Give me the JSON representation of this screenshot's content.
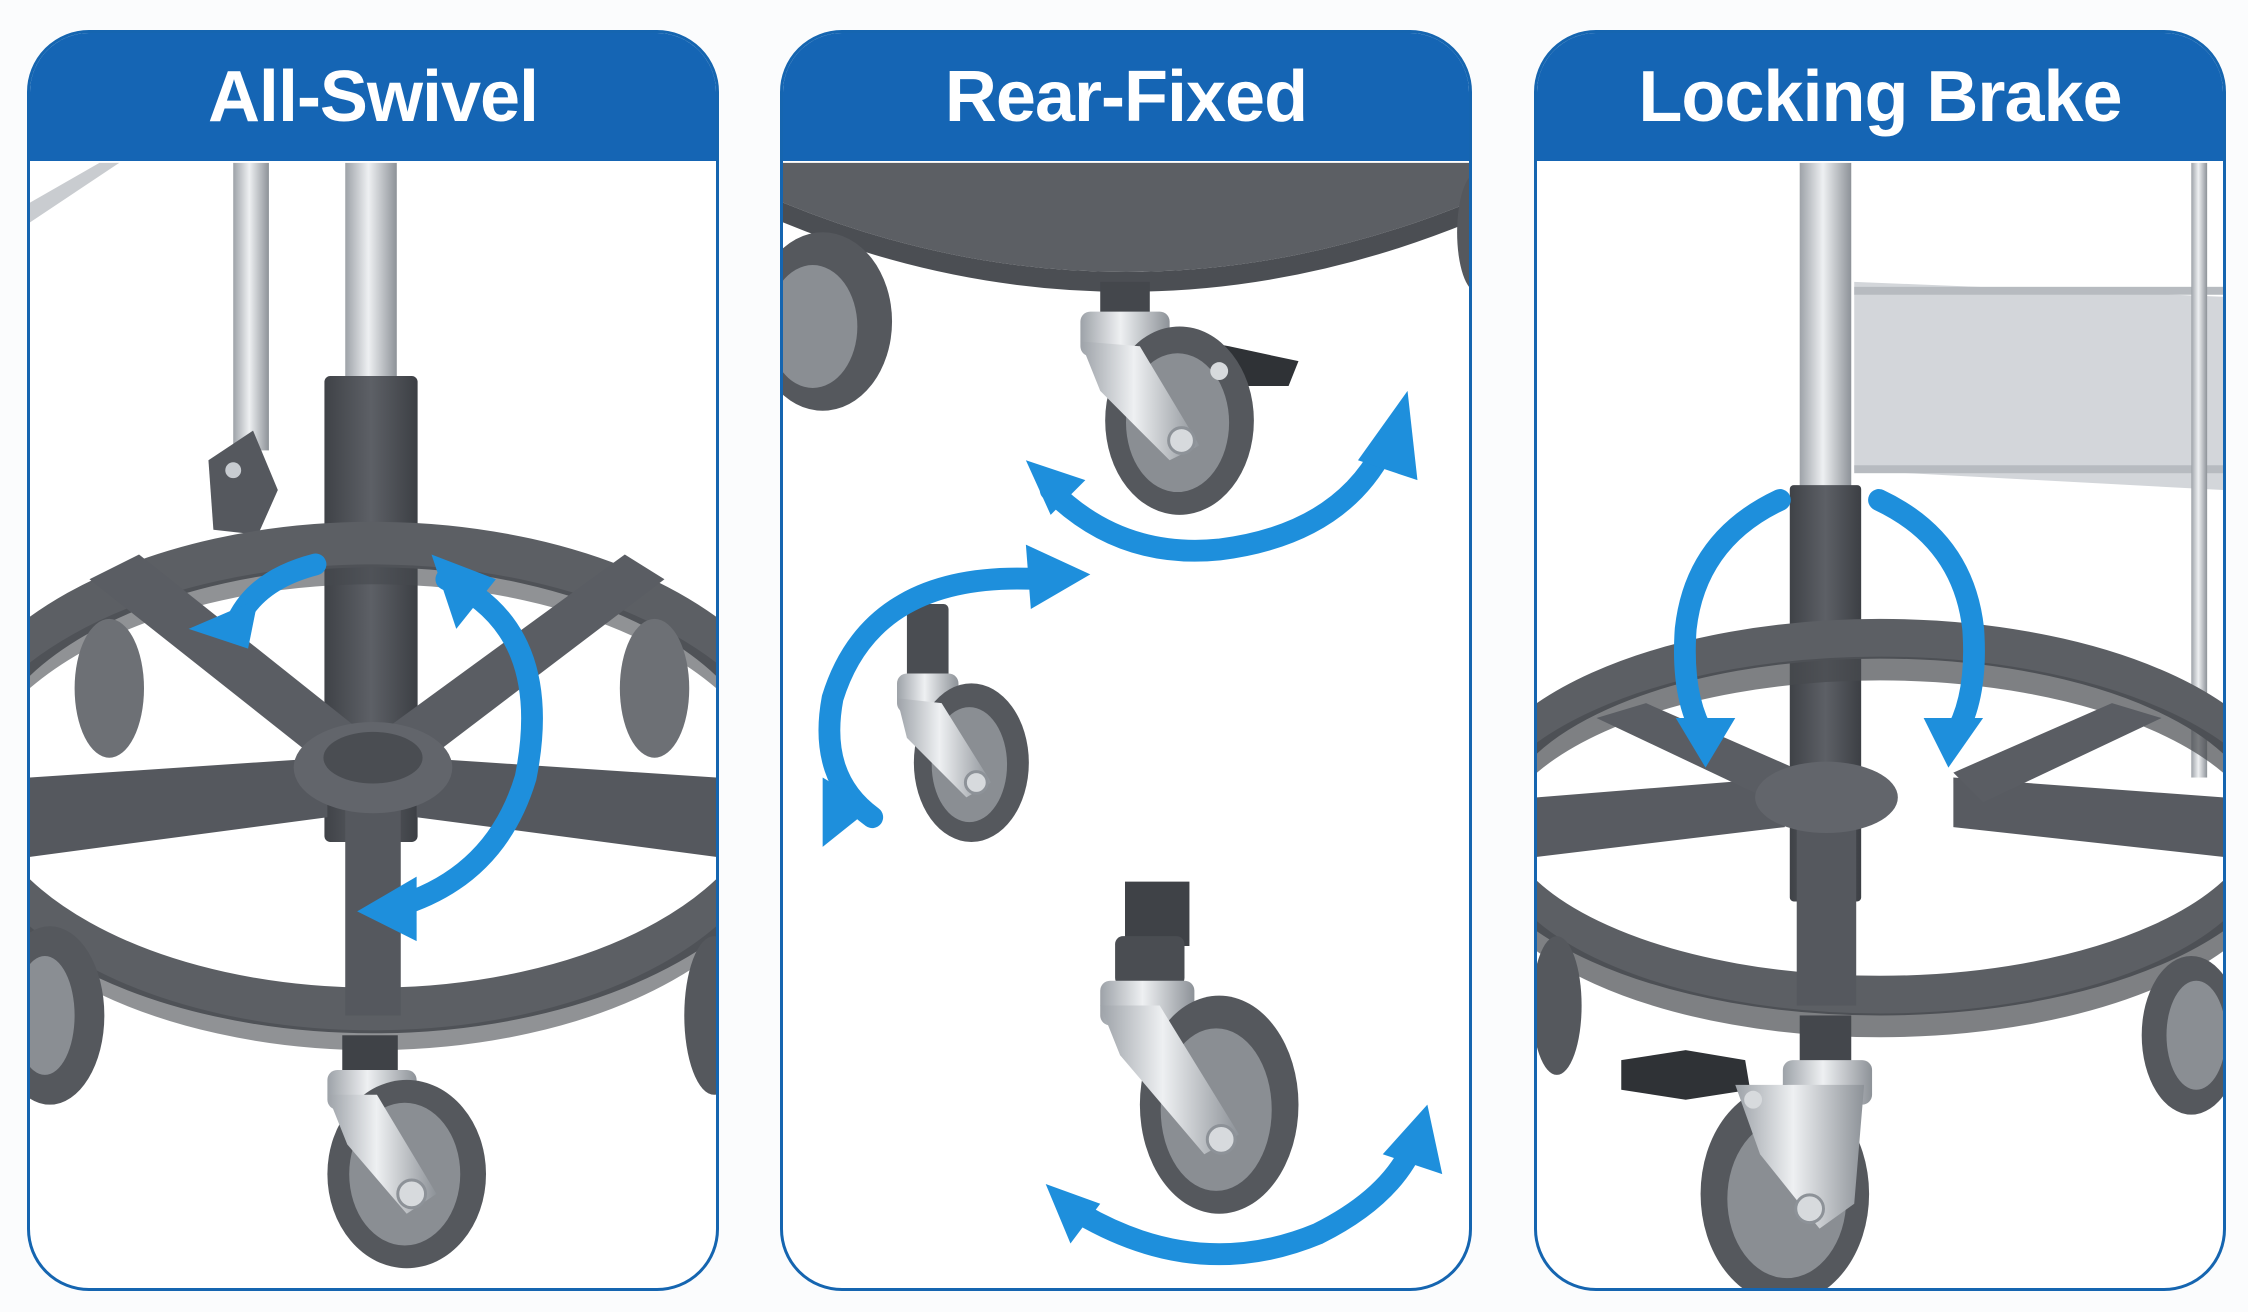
{
  "panels": [
    {
      "id": "all-swivel",
      "title": "All-Swivel",
      "illustration": "stool base with five swivel casters and rotation arrows around gas-lift column"
    },
    {
      "id": "rear-fixed",
      "title": "Rear-Fixed",
      "illustration": "individual swivel casters (one with brake) with two-way rotation arrows"
    },
    {
      "id": "locking-brake",
      "title": "Locking Brake",
      "illustration": "stool base with backrest and locking brake caster, downward arrows"
    }
  ],
  "colors": {
    "header_blue": "#1565b4",
    "border_blue": "#1565b0",
    "arrow_blue": "#1e8fdc",
    "base_gray": "#5c5f64",
    "column_gray": "#4a4d52",
    "chrome": "#c8ccd1",
    "tire": "#55585d",
    "background": "#fbfcfd"
  }
}
